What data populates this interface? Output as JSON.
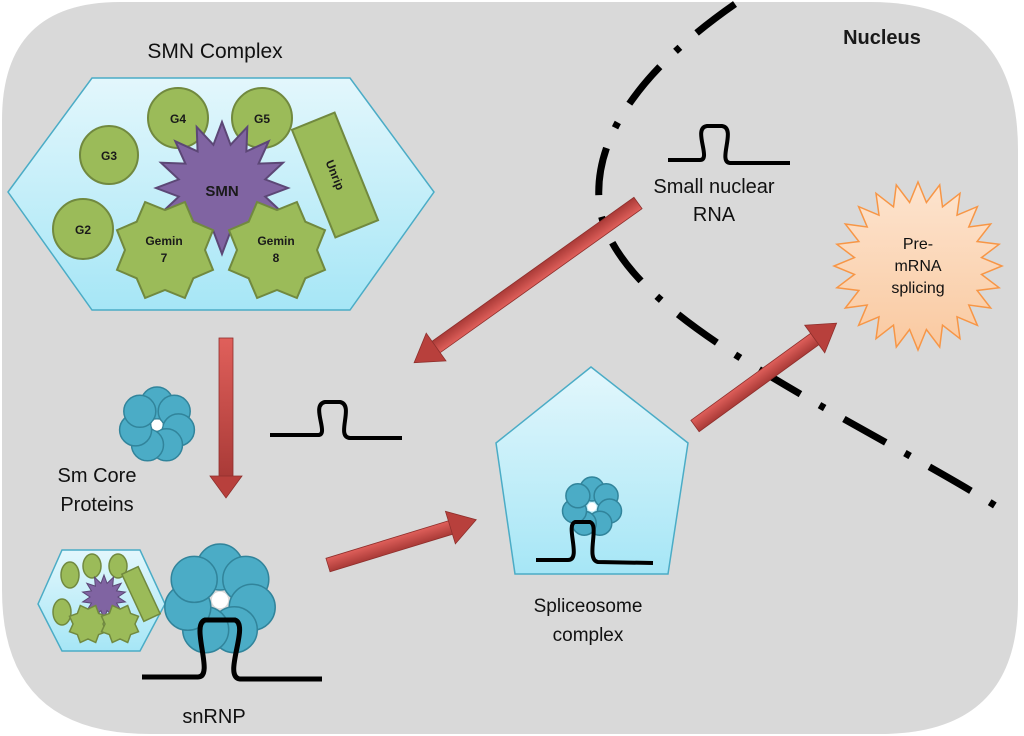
{
  "title": "SMN complex and snRNP assembly pathway",
  "colors": {
    "background": "#d9d9d9",
    "complex_fill_top": "#e3f7fc",
    "complex_fill_bottom": "#a6e6f6",
    "complex_stroke": "#4bacc6",
    "gemin_green": "#9bbb59",
    "gemin_stroke": "#71893f",
    "smn_purple": "#8064a2",
    "smn_stroke": "#5c4776",
    "sm_core_blue": "#4bacc6",
    "sm_core_stroke": "#31849b",
    "arrow_red": "#c0504d",
    "splicing_orange": "#fbd5b5",
    "splicing_stroke": "#f79646",
    "membrane": "#000000"
  },
  "labels": {
    "smn_complex": "SMN Complex",
    "nucleus": "Nucleus",
    "small_nuclear_rna_line1": "Small nuclear",
    "small_nuclear_rna_line2": "RNA",
    "pre_mrna_line1": "Pre-",
    "pre_mrna_line2": "mRNA",
    "pre_mrna_line3": "splicing",
    "sm_core_line1": "Sm Core",
    "sm_core_line2": "Proteins",
    "snrnp": "snRNP",
    "spliceosome_line1": "Spliceosome",
    "spliceosome_line2": "complex"
  },
  "smn_components": {
    "g2": "G2",
    "g3": "G3",
    "g4": "G4",
    "g5": "G5",
    "smn": "SMN",
    "gemin7_line1": "Gemin",
    "gemin7_line2": "7",
    "gemin8_line1": "Gemin",
    "gemin8_line2": "8",
    "unrip": "Unrip"
  }
}
